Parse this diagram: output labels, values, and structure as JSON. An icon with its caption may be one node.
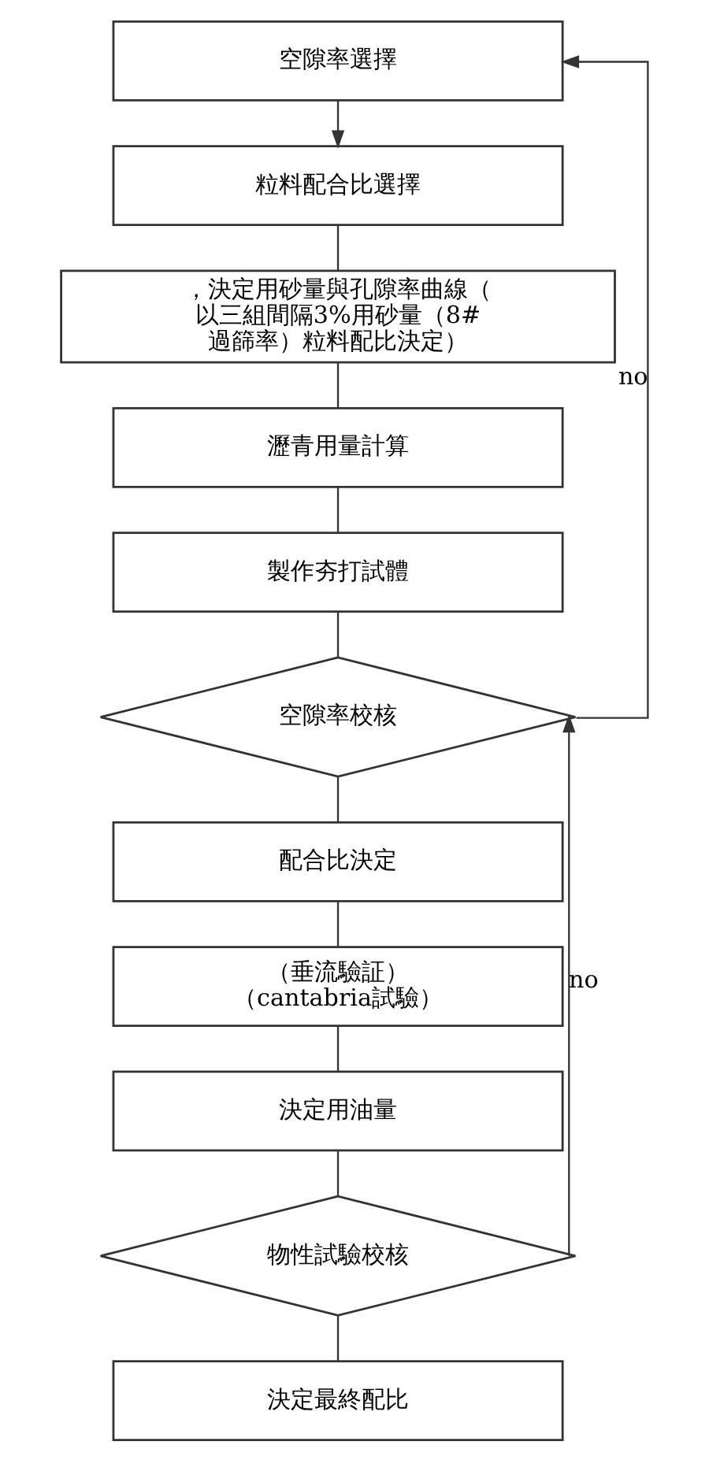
{
  "diagram": {
    "nodes": [
      {
        "text": [
          "空隙率選擇"
        ]
      },
      {
        "text": [
          "粒料配合比選擇"
        ]
      },
      {
        "text": [
          "，決定用砂量與孔隙率曲線（以三組間隔3%用砂量（8#過篩率）粒料配比決定）"
        ]
      },
      {
        "text": [
          "瀝青用量計算"
        ]
      },
      {
        "text": [
          "製作夯打試體"
        ]
      },
      {
        "text": [
          "空隙率校核"
        ]
      },
      {
        "text": [
          "配合比決定"
        ]
      },
      {
        "text": [
          "（垂流驗証）",
          "（cantabria試驗）"
        ]
      },
      {
        "text": [
          "決定用油量"
        ]
      },
      {
        "text": [
          "物性試驗校核"
        ]
      },
      {
        "text": [
          "決定最終配比"
        ]
      }
    ],
    "edges": [
      {
        "from": 0,
        "to": 1,
        "arrow": "to"
      },
      {
        "from": 1,
        "to": 2,
        "arrow": "none"
      },
      {
        "from": 2,
        "to": 3,
        "arrow": "none"
      },
      {
        "from": 3,
        "to": 4,
        "arrow": "none"
      },
      {
        "from": 4,
        "to": 5,
        "arrow": "none"
      },
      {
        "from": 5,
        "to": 6,
        "arrow": "none"
      },
      {
        "from": 6,
        "to": 7,
        "arrow": "none"
      },
      {
        "from": 7,
        "to": 8,
        "arrow": "none"
      },
      {
        "from": 8,
        "to": 9,
        "arrow": "none"
      },
      {
        "from": 9,
        "to": 10,
        "arrow": "none"
      },
      {
        "from": 5,
        "to": 0,
        "arrow": "to",
        "label": "no"
      },
      {
        "from": 9,
        "to": 5,
        "arrow": "to",
        "label": "no"
      }
    ]
  }
}
